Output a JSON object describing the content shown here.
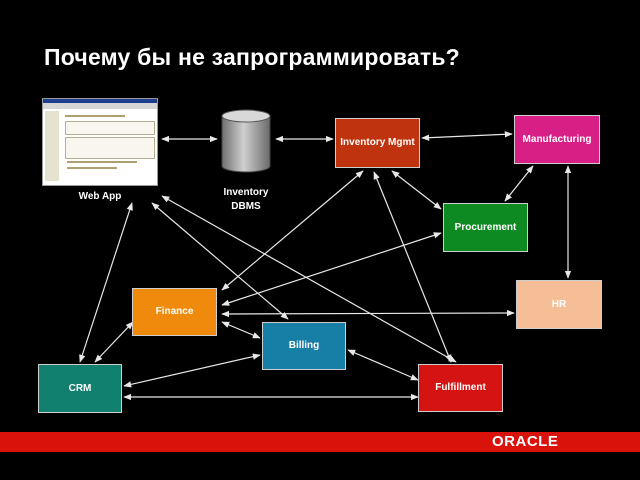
{
  "title": "Почему бы не запрограммировать?",
  "nodes": {
    "web_app": "Web App",
    "inventory_dbms": "Inventory DBMS",
    "inventory_mgmt": "Inventory Mgmt",
    "manufacturing": "Manufacturing",
    "procurement": "Procurement",
    "finance": "Finance",
    "hr": "HR",
    "billing": "Billing",
    "crm": "CRM",
    "fulfillment": "Fulfillment"
  },
  "colors": {
    "inventory_mgmt": "#c0330f",
    "manufacturing": "#d81f86",
    "procurement": "#0e8a23",
    "finance": "#f08a0c",
    "hr": "#f6be96",
    "billing": "#177ea6",
    "crm": "#12806f",
    "fulfillment": "#d51313",
    "footer_bar": "#d9120c"
  },
  "logo": "ORACLE"
}
